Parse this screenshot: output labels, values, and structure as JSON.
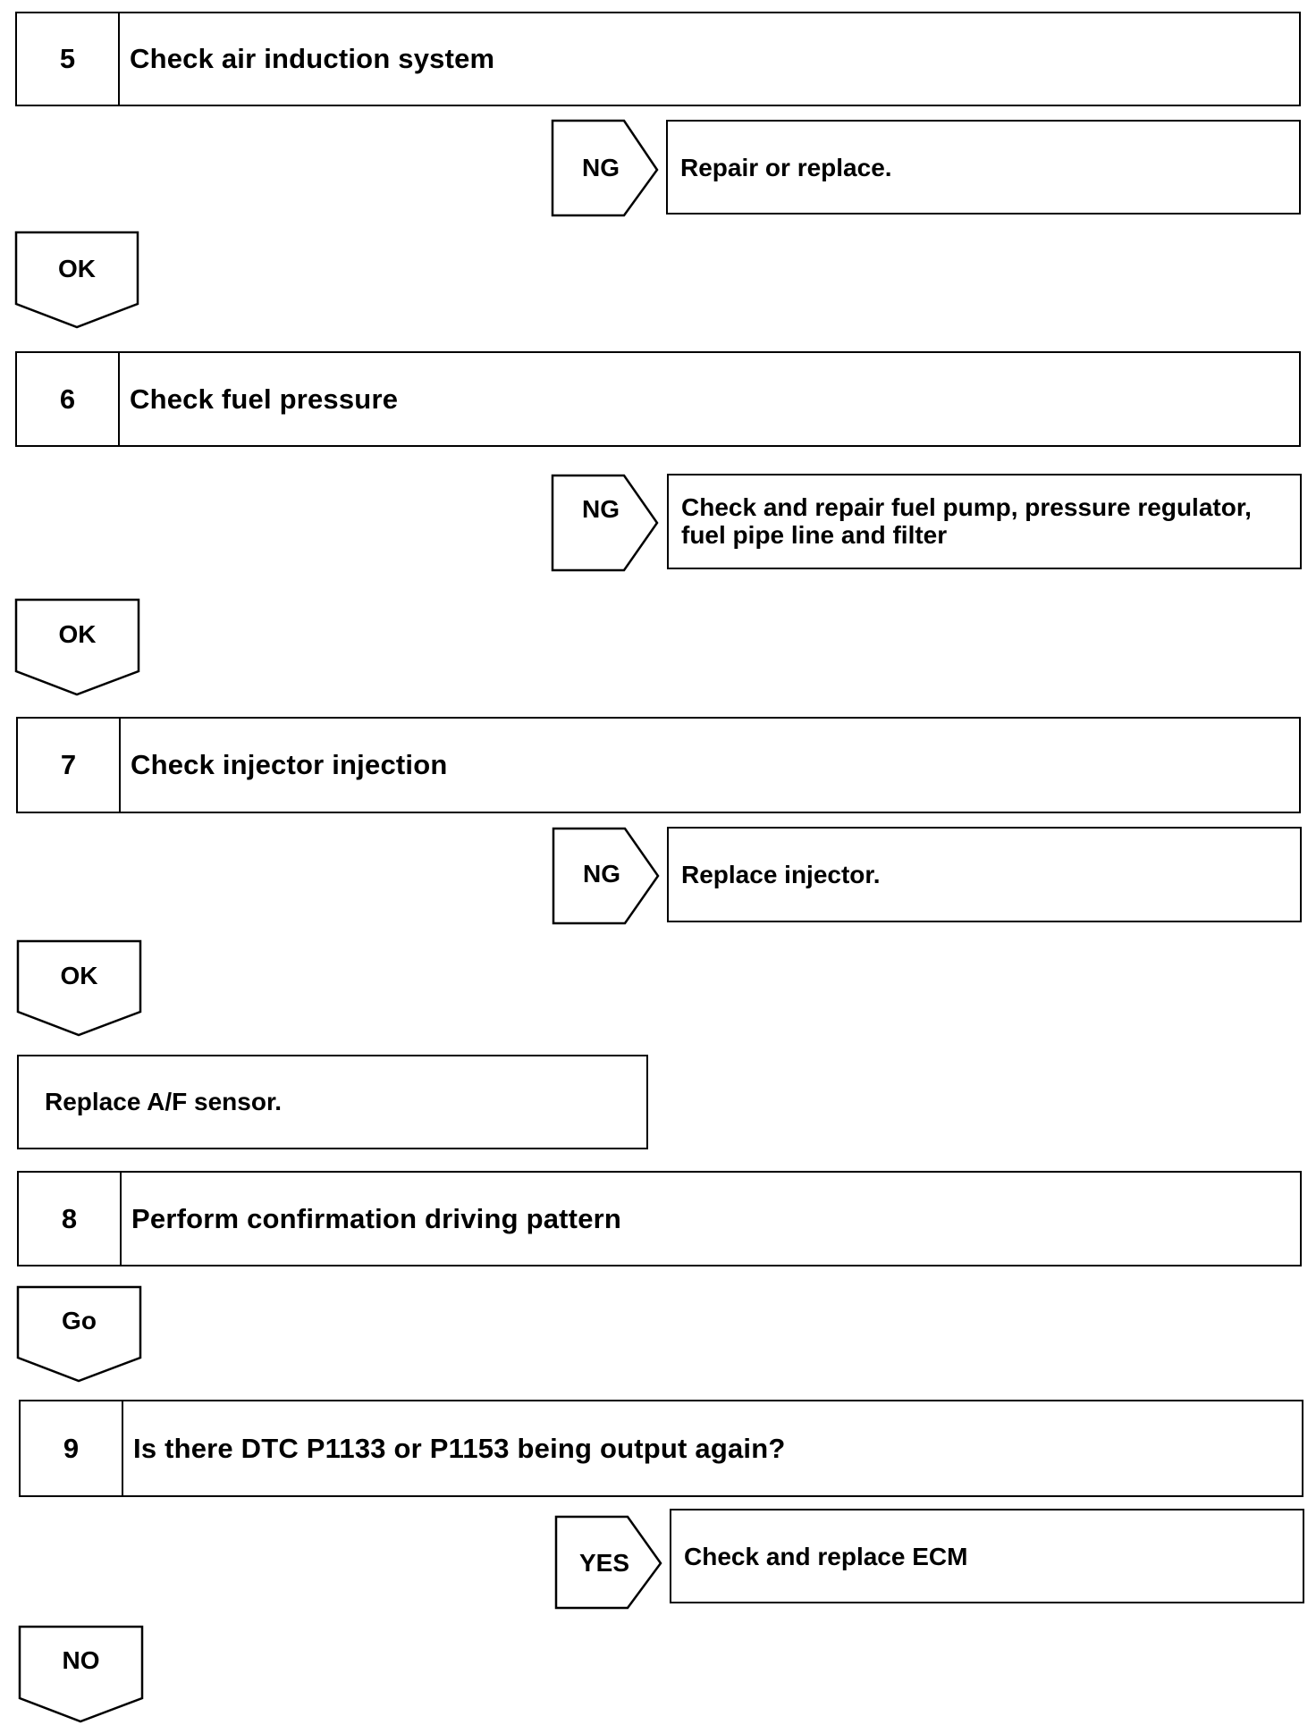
{
  "steps": [
    {
      "num": "5",
      "title": "Check air induction system"
    },
    {
      "num": "6",
      "title": "Check fuel pressure"
    },
    {
      "num": "7",
      "title": "Check injector injection"
    },
    {
      "num": "8",
      "title": "Perform confirmation driving pattern"
    },
    {
      "num": "9",
      "title": "Is there DTC P1133 or P1153 being output again?"
    }
  ],
  "branches": [
    {
      "label": "NG",
      "result": "Repair or replace."
    },
    {
      "label": "NG",
      "result_lines": [
        "Check and repair fuel pump, pressure regulator,",
        "fuel pipe line and filter"
      ]
    },
    {
      "label": "NG",
      "result": "Replace injector."
    },
    {
      "label": "YES",
      "result": "Check and replace ECM"
    }
  ],
  "flow_labels": [
    "OK",
    "OK",
    "OK",
    "Go",
    "NO"
  ],
  "action": "Replace A/F sensor."
}
